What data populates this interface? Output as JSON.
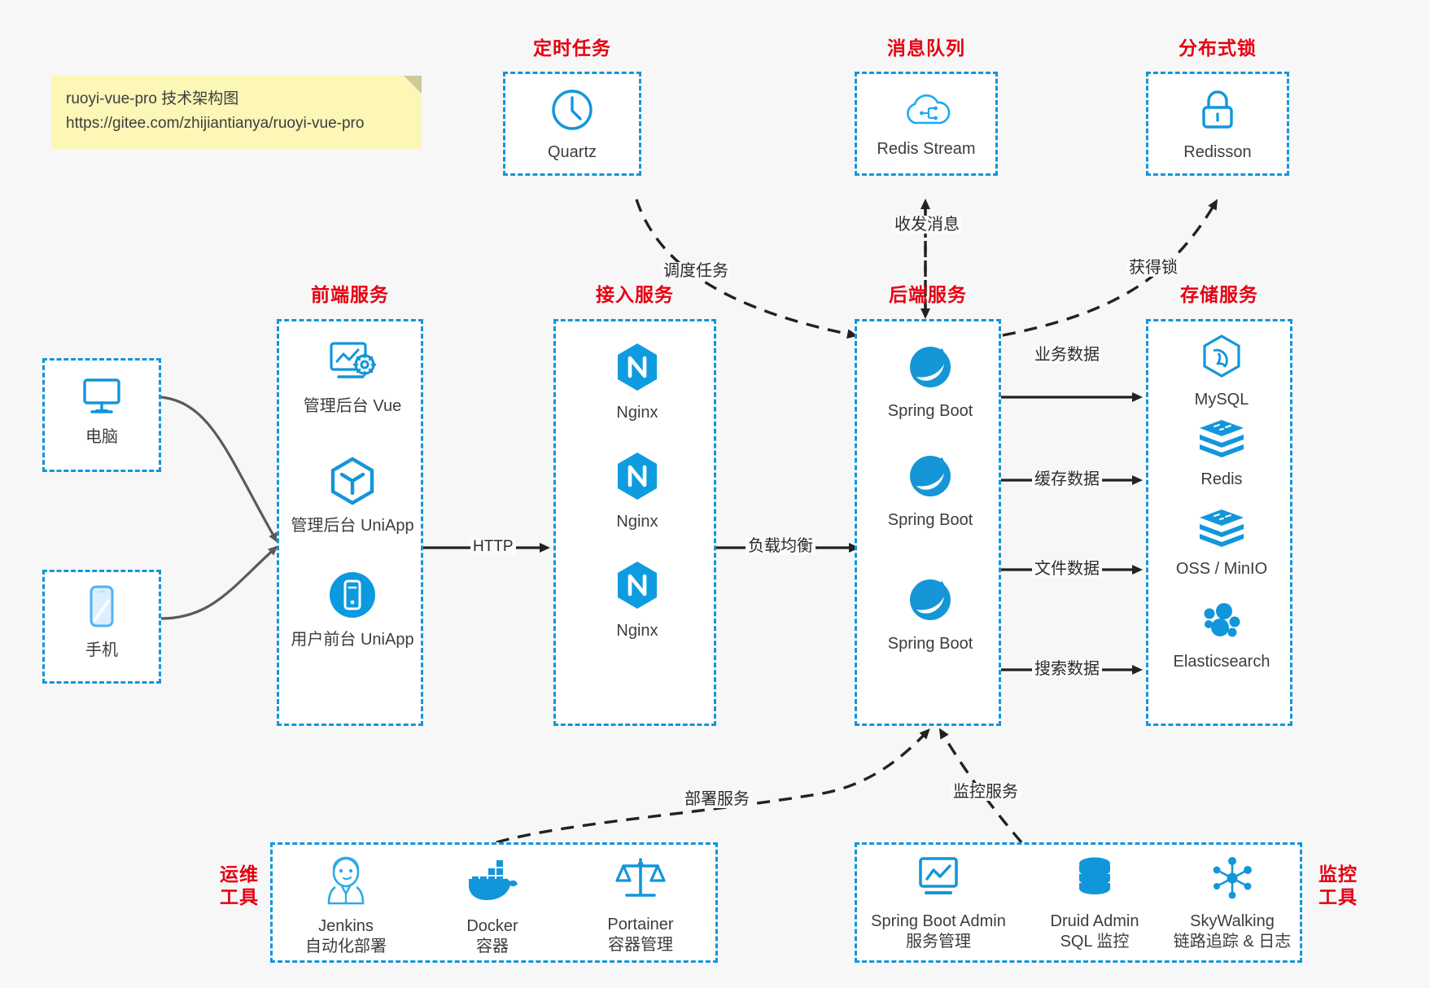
{
  "note": {
    "line1": "ruoyi-vue-pro 技术架构图",
    "line2": "https://gitee.com/zhijiantianya/ruoyi-vue-pro"
  },
  "groups": {
    "scheduler": "定时任务",
    "mq": "消息队列",
    "lock": "分布式锁",
    "frontend": "前端服务",
    "gateway": "接入服务",
    "backend": "后端服务",
    "storage": "存储服务",
    "devops_line1": "运维",
    "devops_line2": "工具",
    "monitor_line1": "监控",
    "monitor_line2": "工具"
  },
  "clients": [
    {
      "label": "电脑",
      "icon": "desktop-icon"
    },
    {
      "label": "手机",
      "icon": "mobile-icon"
    }
  ],
  "scheduler_nodes": [
    {
      "label": "Quartz",
      "icon": "clock-icon"
    }
  ],
  "mq_nodes": [
    {
      "label": "Redis Stream",
      "icon": "cloud-stream-icon"
    }
  ],
  "lock_nodes": [
    {
      "label": "Redisson",
      "icon": "lock-icon"
    }
  ],
  "frontend_nodes": [
    {
      "label": "管理后台 Vue",
      "icon": "dashboard-gear-icon"
    },
    {
      "label": "管理后台 UniApp",
      "icon": "cube-icon"
    },
    {
      "label": "用户前台 UniApp",
      "icon": "phone-circle-icon"
    }
  ],
  "gateway_nodes": [
    {
      "label": "Nginx",
      "icon": "nginx-icon"
    },
    {
      "label": "Nginx",
      "icon": "nginx-icon"
    },
    {
      "label": "Nginx",
      "icon": "nginx-icon"
    }
  ],
  "backend_nodes": [
    {
      "label": "Spring Boot",
      "icon": "spring-boot-icon"
    },
    {
      "label": "Spring Boot",
      "icon": "spring-boot-icon"
    },
    {
      "label": "Spring Boot",
      "icon": "spring-boot-icon"
    }
  ],
  "storage_nodes": [
    {
      "label": "MySQL",
      "icon": "mysql-icon"
    },
    {
      "label": "Redis",
      "icon": "redis-icon"
    },
    {
      "label": "OSS / MinIO",
      "icon": "redis-icon"
    },
    {
      "label": "Elasticsearch",
      "icon": "elasticsearch-icon"
    }
  ],
  "devops_nodes": [
    {
      "name": "Jenkins",
      "desc": "自动化部署",
      "icon": "jenkins-icon"
    },
    {
      "name": "Docker",
      "desc": "容器",
      "icon": "docker-icon"
    },
    {
      "name": "Portainer",
      "desc": "容器管理",
      "icon": "scales-icon"
    }
  ],
  "monitor_nodes": [
    {
      "name": "Spring Boot Admin",
      "desc": "服务管理",
      "icon": "monitor-chart-icon"
    },
    {
      "name": "Druid Admin",
      "desc": "SQL 监控",
      "icon": "database-icon"
    },
    {
      "name": "SkyWalking",
      "desc": "链路追踪 & 日志",
      "icon": "skywalking-icon"
    }
  ],
  "edges": {
    "http": "HTTP",
    "load_balance": "负载均衡",
    "schedule_task": "调度任务",
    "send_receive_msg": "收发消息",
    "acquire_lock": "获得锁",
    "business_data": "业务数据",
    "cache_data": "缓存数据",
    "file_data": "文件数据",
    "search_data": "搜索数据",
    "deploy_service": "部署服务",
    "monitor_service": "监控服务"
  },
  "colors": {
    "accent": "#1296db",
    "caption": "#e60012",
    "background": "#f7f7f7",
    "text": "#3d3d3d",
    "edge": "#2b2b2b",
    "note": "#fcf6b7"
  }
}
